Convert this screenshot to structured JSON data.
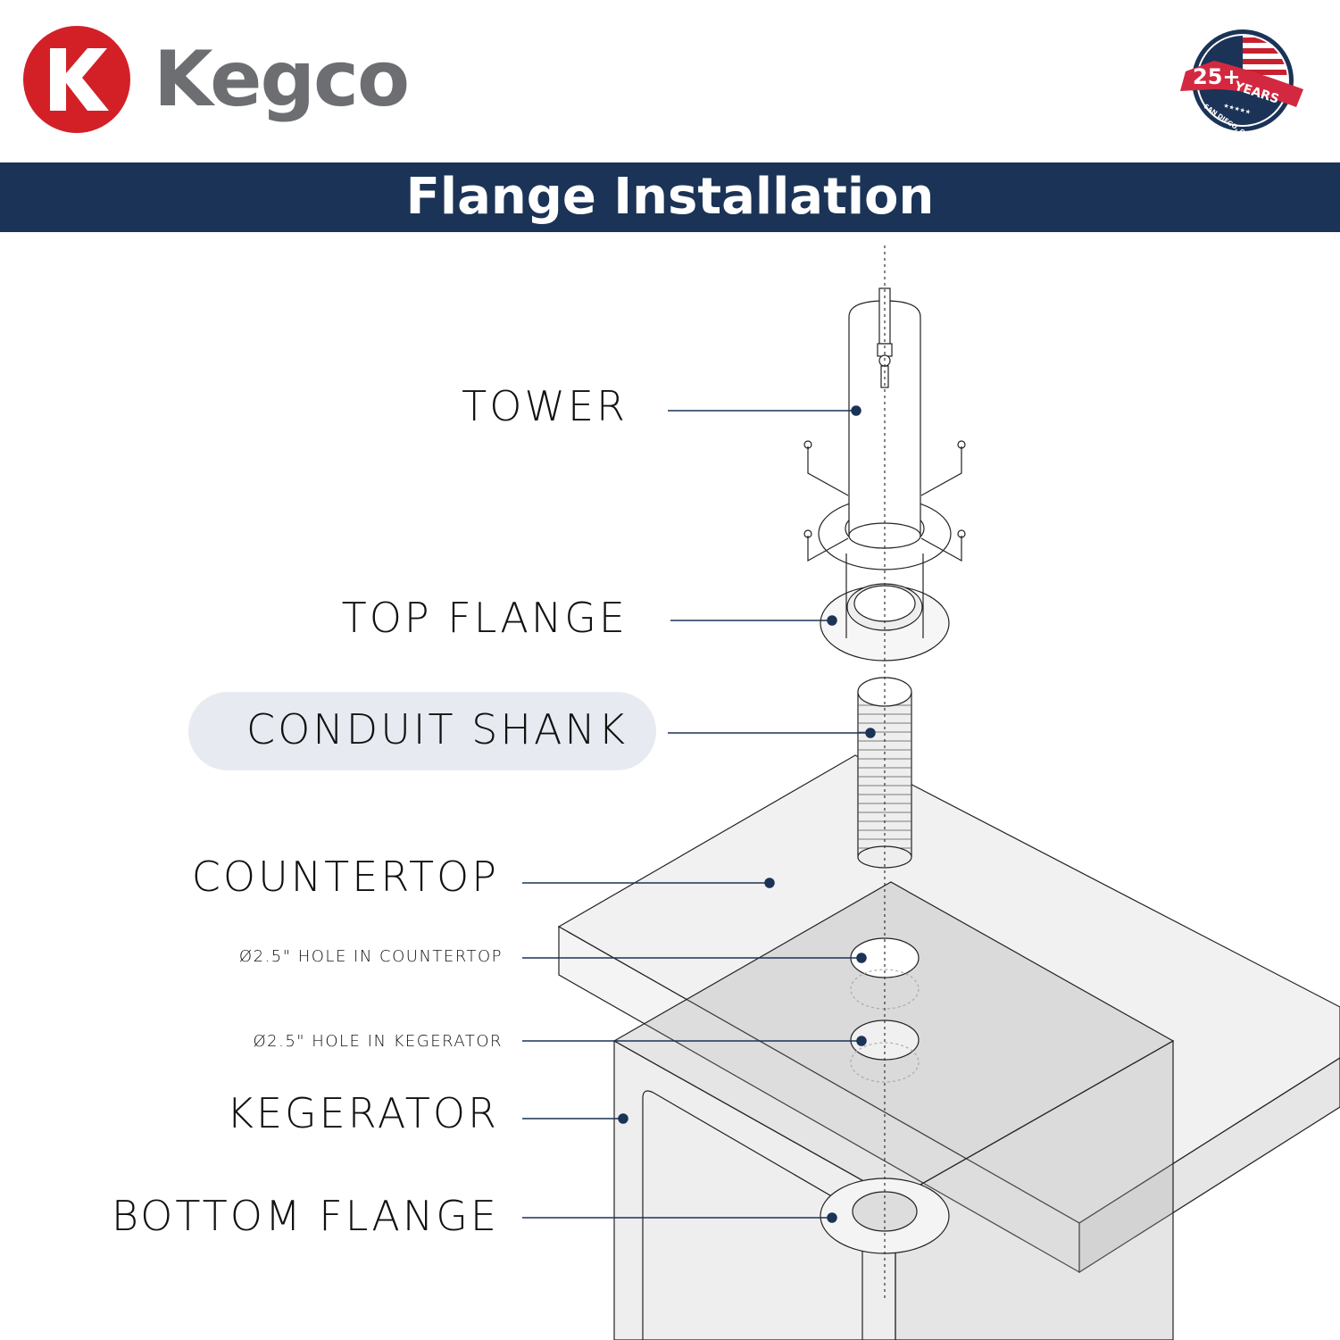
{
  "brand": {
    "name": "Kegco",
    "logo_letter": "K",
    "color": "#d32027"
  },
  "badge": {
    "years": "25+",
    "years_word": "YEARS",
    "location": "SAN DIEGO, CA",
    "stars": "★★★★★"
  },
  "banner": {
    "title": "Flange Installation",
    "color": "#1b3356"
  },
  "labels": {
    "tower": "TOWER",
    "top_flange": "TOP FLANGE",
    "conduit_shank": "CONDUIT SHANK",
    "countertop": "COUNTERTOP",
    "hole_countertop": "Ø2.5\" HOLE IN COUNTERTOP",
    "hole_kegerator": "Ø2.5\" HOLE IN KEGERATOR",
    "kegerator": "KEGERATOR",
    "bottom_flange": "BOTTOM FLANGE"
  },
  "highlighted_label": "conduit_shank",
  "leader_color": "#1b3356"
}
